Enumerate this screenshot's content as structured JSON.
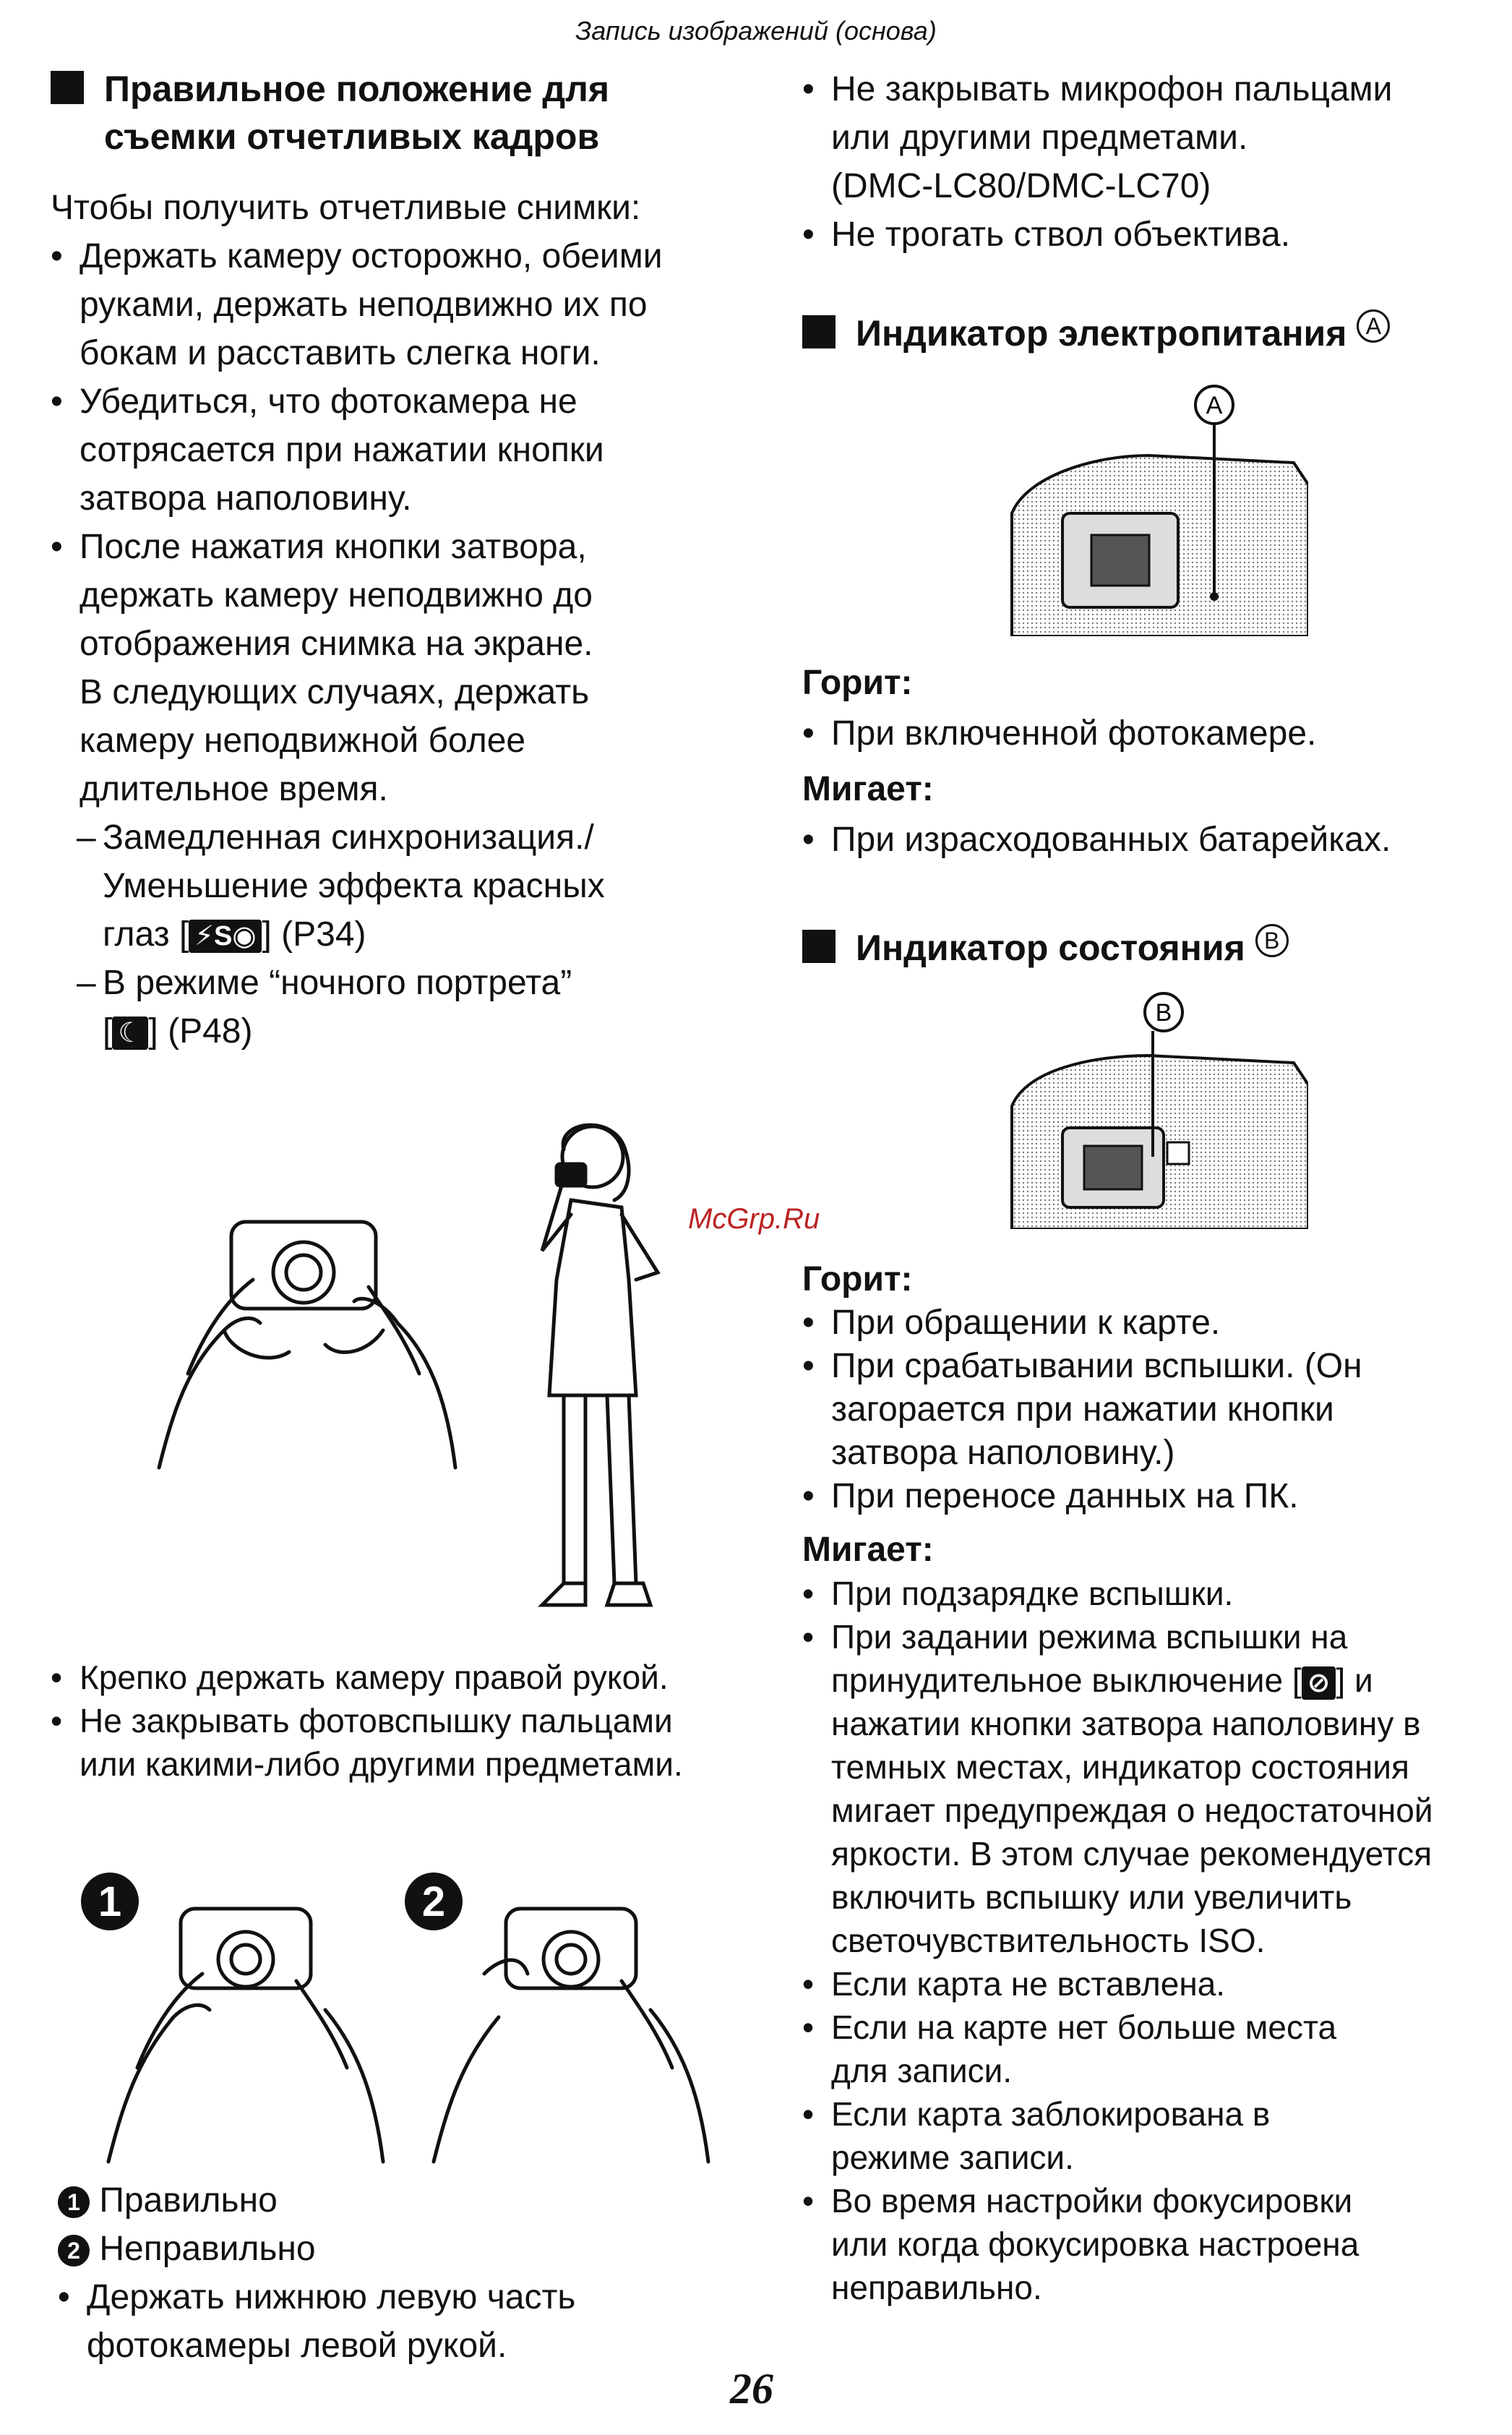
{
  "header": "Запись изображений (основа)",
  "left": {
    "heading_line1": "Правильное положение для",
    "heading_line2": "съемки отчетливых кадров",
    "intro": "Чтобы получить отчетливые снимки:",
    "b1": [
      "Держать камеру осторожно, обеими",
      "руками, держать неподвижно их по",
      "бокам и расставить слегка ноги."
    ],
    "b2": [
      "Убедиться, что фотокамера не",
      "сотрясается при нажатии кнопки",
      "затвора наполовину."
    ],
    "b3": [
      "После нажатия кнопки затвора,",
      "держать камеру неподвижно до",
      "отображения снимка на экране.",
      "В следующих случаях, держать",
      "камеру неподвижной более",
      "длительное время."
    ],
    "sub1_line1": "Замедленная синхронизация./",
    "sub1_line2": "Уменьшение эффекта красных",
    "sub1_pre": "глаз [",
    "sub1_chip": "⚡S◉",
    "sub1_post": "] (P34)",
    "sub2_line1": "В режиме “ночного портрета”",
    "sub2_pre": "[",
    "sub2_chip": "☾",
    "sub2_post": "] (P48)",
    "grip_notes": [
      "Крепко держать камеру правой рукой.",
      "Не закрывать фотовспышку пальцами",
      "или какими-либо другими предметами."
    ],
    "fig_num1": "1",
    "fig_num2": "2",
    "legend1": "Правильно",
    "legend2": "Неправильно",
    "last_bullet": [
      "Держать нижнюю левую часть",
      "фотокамеры левой рукой."
    ]
  },
  "right": {
    "top_b1": [
      "Не закрывать микрофон пальцами",
      "или другими предметами.",
      "(DMC-LC80/DMC-LC70)"
    ],
    "top_b2": "Не трогать ствол объектива.",
    "power_heading": "Индикатор электропитания",
    "power_marker": "A",
    "lit_label": "Горит:",
    "power_lit": "При включенной фотокамере.",
    "blink_label": "Мигает:",
    "power_blink": "При израсходованных батарейках.",
    "status_heading": "Индикатор состояния",
    "status_marker": "B",
    "status_lit": [
      "При обращении к карте.",
      "При срабатывании вспышки. (Он",
      "загорается при нажатии кнопки",
      "затвора наполовину.)",
      "При переносе данных на ПК."
    ],
    "status_blink1": "При подзарядке вспышки.",
    "status_blink2": [
      "При задании режима вспышки на",
      "принудительное выключение [",
      "] и",
      "нажатии кнопки затвора наполовину в",
      "темных местах, индикатор состояния",
      "мигает предупреждая о недостаточной",
      "яркости. В этом случае рекомендуется",
      "включить вспышку или увеличить",
      "светочувствительность ISO."
    ],
    "flash_off_icon": "⊘",
    "status_blink3": "Если карта не вставлена.",
    "status_blink4": [
      "Если на карте нет больше места",
      "для записи."
    ],
    "status_blink5": [
      "Если карта заблокирована в",
      "режиме записи."
    ],
    "status_blink6": [
      "Во время настройки фокусировки",
      "или когда фокусировка настроена",
      "неправильно."
    ]
  },
  "watermark": "McGrp.Ru",
  "page_number": "26"
}
